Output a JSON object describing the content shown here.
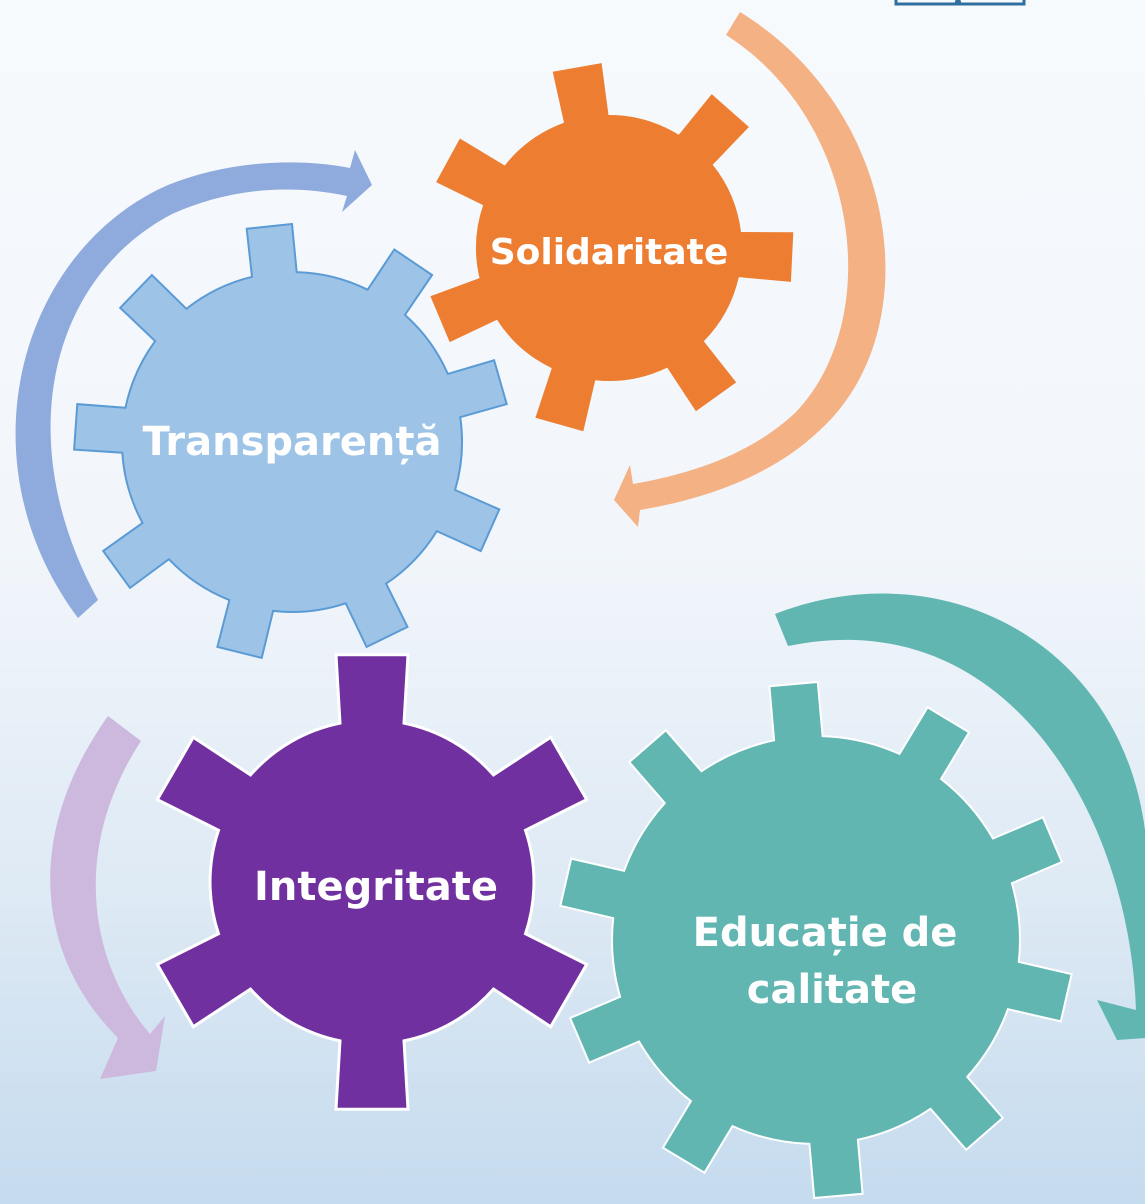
{
  "diagram": {
    "gears": [
      {
        "id": "solidaritate",
        "label_lines": [
          "Solidaritate"
        ],
        "color": "#ED7D31"
      },
      {
        "id": "transparenta",
        "label_lines": [
          "Transparență"
        ],
        "color": "#9DC3E6"
      },
      {
        "id": "integritate",
        "label_lines": [
          "Integritate"
        ],
        "color": "#7030A0"
      },
      {
        "id": "educatie",
        "label_lines": [
          "Educație de",
          "calitate"
        ],
        "color": "#62B6B2"
      }
    ],
    "arrows": [
      {
        "id": "blue-arrow",
        "color": "#8FAADC"
      },
      {
        "id": "orange-arrow",
        "color": "#F4B183"
      },
      {
        "id": "lilac-arrow",
        "color": "#CDB9DE"
      },
      {
        "id": "teal-arrow",
        "color": "#62B6B2"
      }
    ],
    "logo_color": "#2F6F9F"
  }
}
